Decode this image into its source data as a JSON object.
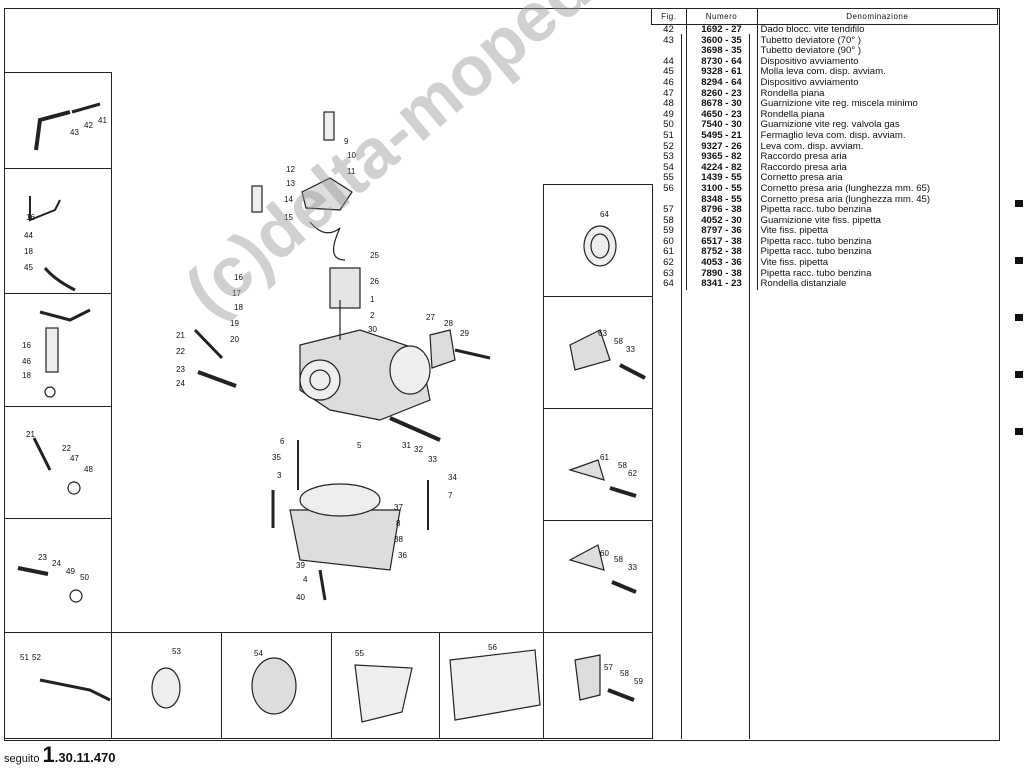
{
  "table": {
    "headers": {
      "fig": "Fig.",
      "numero": "Numero",
      "denominazione": "Denominazione"
    },
    "rows": [
      {
        "fig": "42",
        "num": "1692 - 27",
        "den": "Dado blocc. vite tendifilo"
      },
      {
        "fig": "43",
        "num": "3600 - 35",
        "den": "Tubetto deviatore (70° )"
      },
      {
        "fig": "",
        "num": "3698 - 35",
        "den": "Tubetto deviatore (90° )"
      },
      {
        "fig": "44",
        "num": "8730 - 64",
        "den": "Dispositivo avviamento"
      },
      {
        "fig": "45",
        "num": "9328 - 61",
        "den": "Molla leva com. disp. avviam."
      },
      {
        "fig": "46",
        "num": "8294 - 64",
        "den": "Dispositivo avviamento"
      },
      {
        "fig": "47",
        "num": "8260 - 23",
        "den": "Rondella piana"
      },
      {
        "fig": "48",
        "num": "8678 - 30",
        "den": "Guarnizione vite reg. miscela minimo"
      },
      {
        "fig": "49",
        "num": "4650 - 23",
        "den": "Rondella piana"
      },
      {
        "fig": "50",
        "num": "7540 - 30",
        "den": "Guarnizione vite reg. valvola gas"
      },
      {
        "fig": "51",
        "num": "5495 - 21",
        "den": "Fermaglio leva com. disp. avviam."
      },
      {
        "fig": "52",
        "num": "9327 - 26",
        "den": "Leva com. disp. avviam."
      },
      {
        "fig": "53",
        "num": "9365 - 82",
        "den": "Raccordo presa aria"
      },
      {
        "fig": "54",
        "num": "4224 - 82",
        "den": "Raccordo presa aria"
      },
      {
        "fig": "55",
        "num": "1439 - 55",
        "den": "Cornetto presa aria"
      },
      {
        "fig": "56",
        "num": "3100 - 55",
        "den": "Cornetto presa aria (lunghezza mm. 65)"
      },
      {
        "fig": "",
        "num": "8348 - 55",
        "den": "Cornetto presa aria (lunghezza mm. 45)"
      },
      {
        "fig": "57",
        "num": "8796 - 38",
        "den": "Pipetta racc. tubo benzina"
      },
      {
        "fig": "58",
        "num": "4052 - 30",
        "den": "Guarnizione vite fiss. pipetta"
      },
      {
        "fig": "59",
        "num": "8797 - 36",
        "den": "Vite fiss. pipetta"
      },
      {
        "fig": "60",
        "num": "6517 - 38",
        "den": "Pipetta racc. tubo benzina"
      },
      {
        "fig": "61",
        "num": "8752 - 38",
        "den": "Pipetta racc. tubo benzina"
      },
      {
        "fig": "62",
        "num": "4053 - 36",
        "den": "Vite fiss. pipetta"
      },
      {
        "fig": "63",
        "num": "7890 - 38",
        "den": "Pipetta racc. tubo benzina"
      },
      {
        "fig": "64",
        "num": "8341 - 23",
        "den": "Rondella distanziale"
      }
    ]
  },
  "footer": {
    "prefix": "seguito",
    "big_digit": "1",
    "code": ".30.11.470"
  },
  "watermark": "(c)delta-mopeds@aon.at",
  "labels": {
    "main": [
      "1",
      "2",
      "3",
      "4",
      "5",
      "6",
      "7",
      "8",
      "9",
      "10",
      "11",
      "12",
      "13",
      "14",
      "15",
      "16",
      "17",
      "18",
      "19",
      "20",
      "21",
      "22",
      "23",
      "24",
      "25",
      "26",
      "27",
      "28",
      "29",
      "30",
      "31",
      "32",
      "33",
      "34",
      "35",
      "36",
      "37",
      "38",
      "39",
      "40"
    ],
    "left_boxes": [
      "41",
      "42",
      "43",
      "16",
      "44",
      "18",
      "45",
      "16",
      "46",
      "18",
      "21",
      "22",
      "47",
      "48",
      "23",
      "24",
      "49",
      "50"
    ],
    "right_boxes": [
      "64",
      "63",
      "58",
      "33",
      "61",
      "58",
      "62",
      "60",
      "58",
      "33"
    ],
    "bottom_boxes": [
      "51",
      "52",
      "53",
      "54",
      "55",
      "56",
      "57",
      "58",
      "59"
    ]
  }
}
